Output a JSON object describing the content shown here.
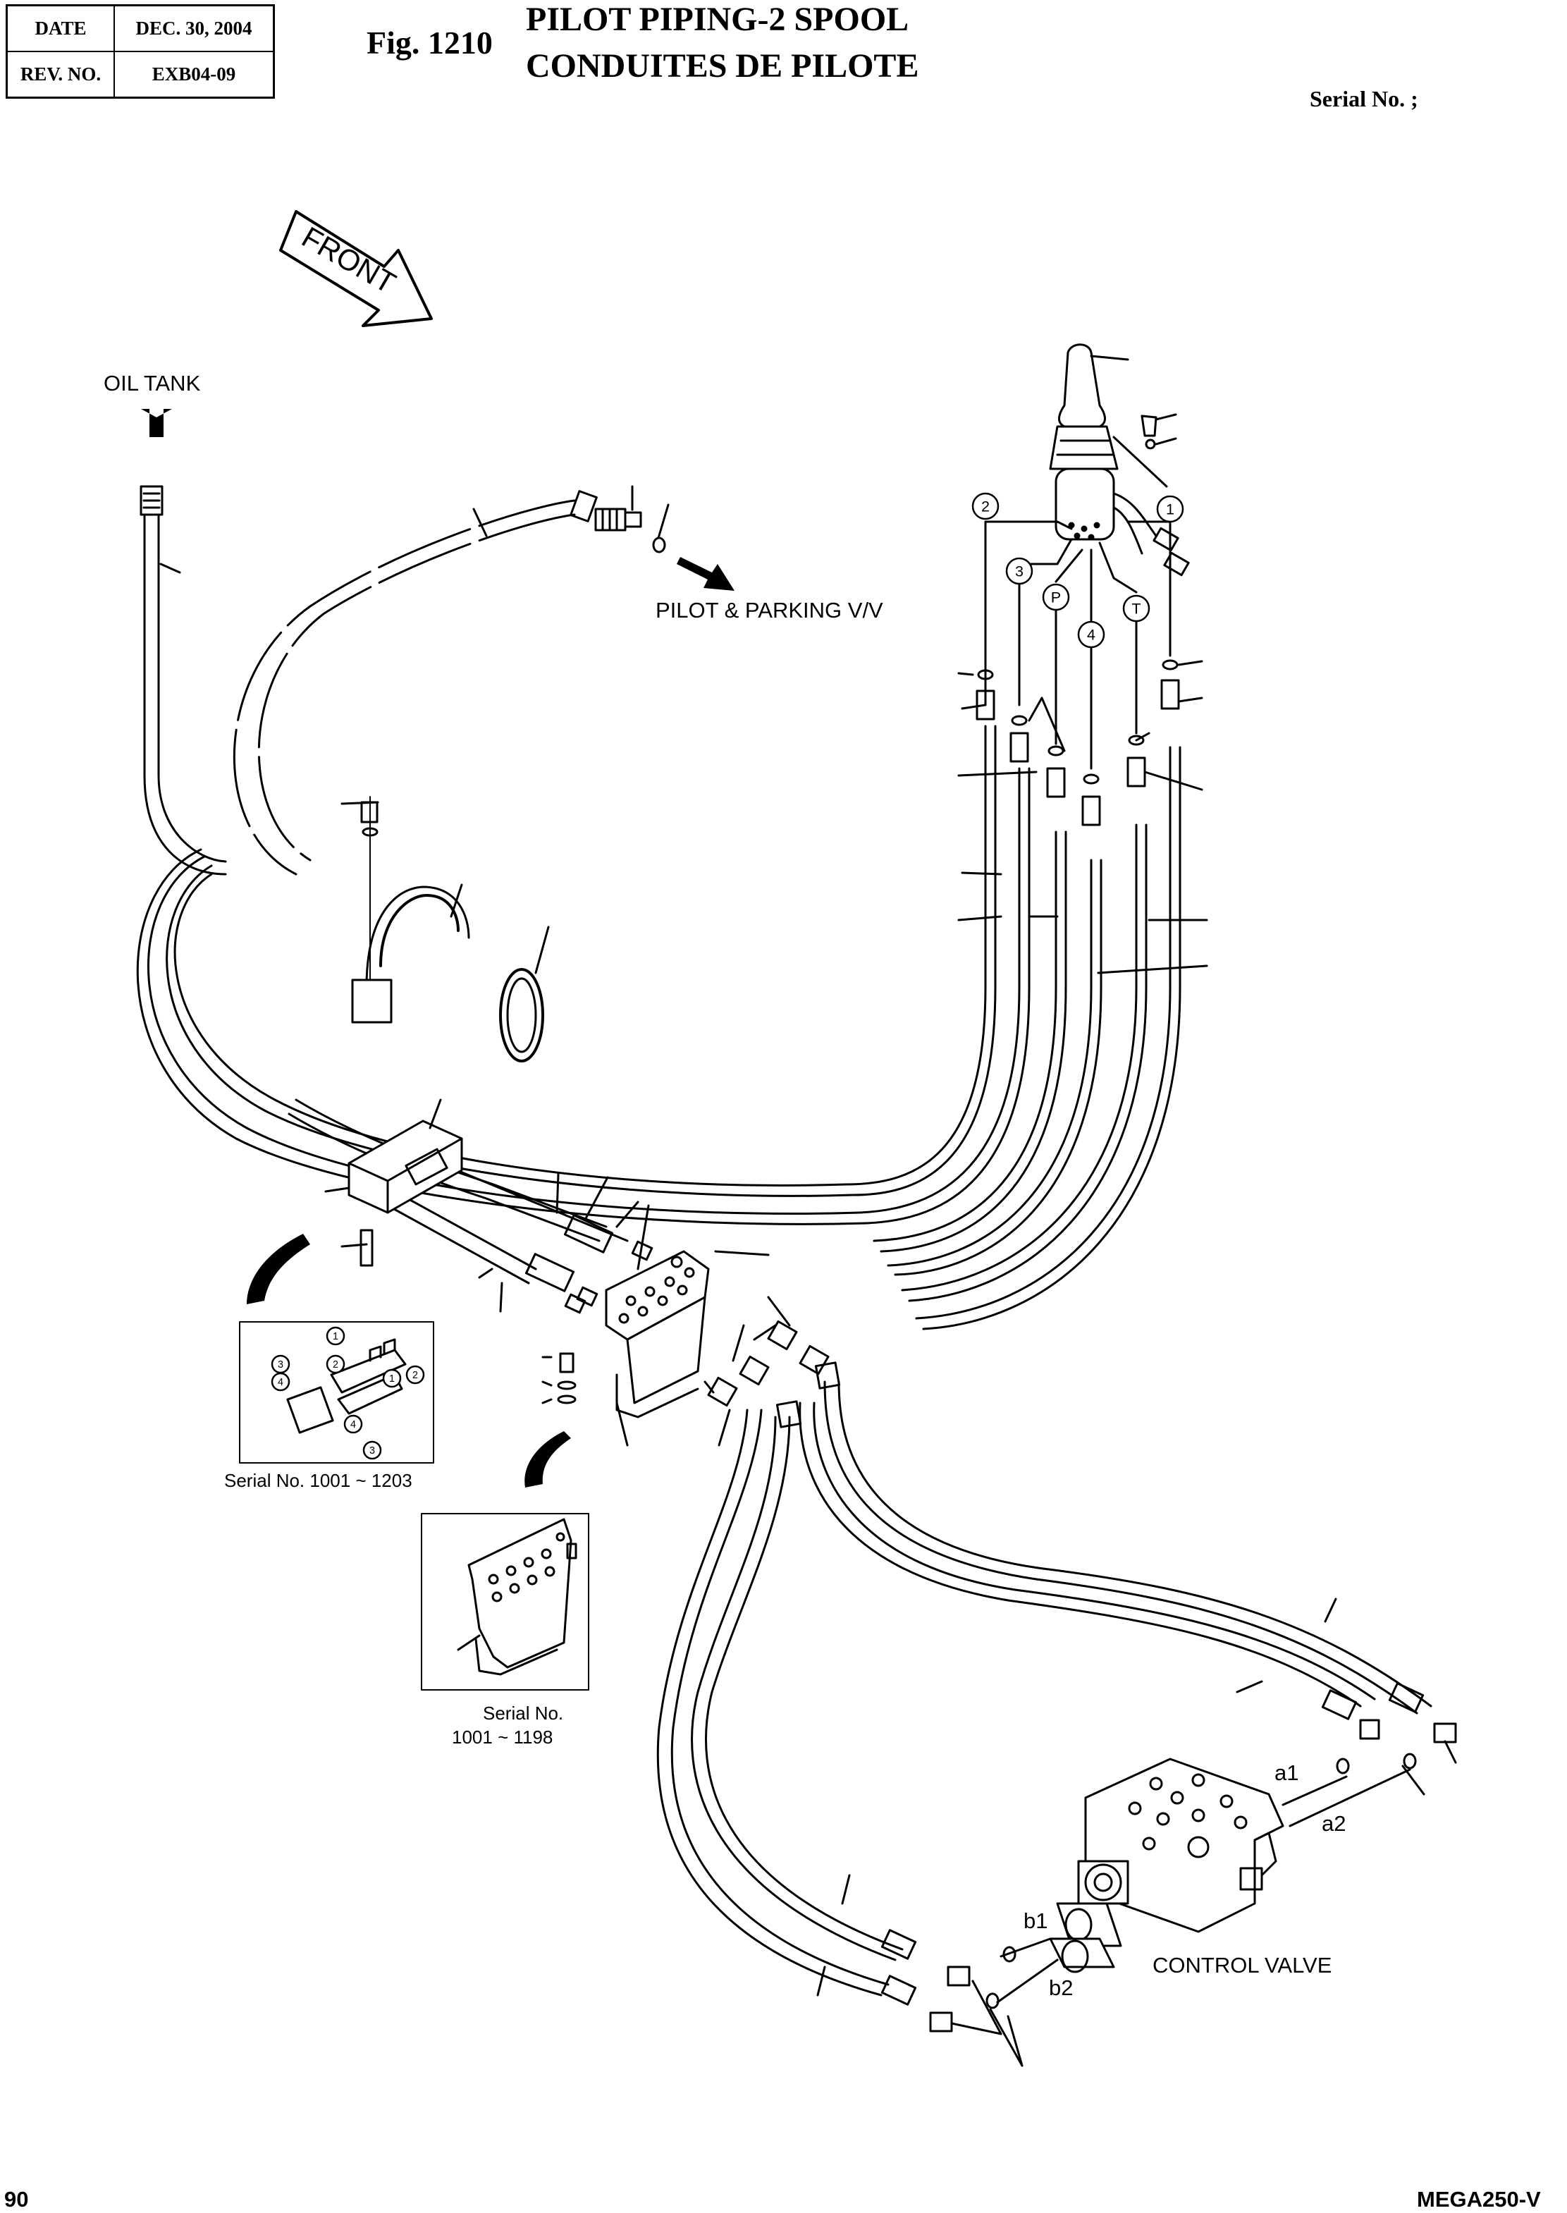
{
  "header": {
    "date_label": "DATE",
    "date_value": "DEC. 30, 2004",
    "rev_label": "REV. NO.",
    "rev_value": "EXB04-09",
    "fig_number": "Fig. 1210",
    "title_en": "PILOT PIPING-2 SPOOL",
    "title_fr": "CONDUITES DE PILOTE",
    "serial": "Serial No. ;"
  },
  "labels": {
    "front": "FRONT",
    "oil_tank": "OIL TANK",
    "pilot_parking": "PILOT  & PARKING V/V",
    "control_valve": "CONTROL VALVE",
    "inset1_serial": "Serial No. 1001 ~ 1203",
    "inset2_serial_line1": "Serial No.",
    "inset2_serial_line2": "1001 ~ 1198"
  },
  "port_labels": {
    "joystick": [
      "2",
      "1",
      "3",
      "P",
      "4",
      "T"
    ],
    "inset1": [
      "1",
      "2",
      "3",
      "4",
      "1",
      "2",
      "3",
      "4"
    ],
    "valve": [
      "a1",
      "a2",
      "b1",
      "b2"
    ]
  },
  "footer": {
    "page": "90",
    "model": "MEGA250-V"
  }
}
